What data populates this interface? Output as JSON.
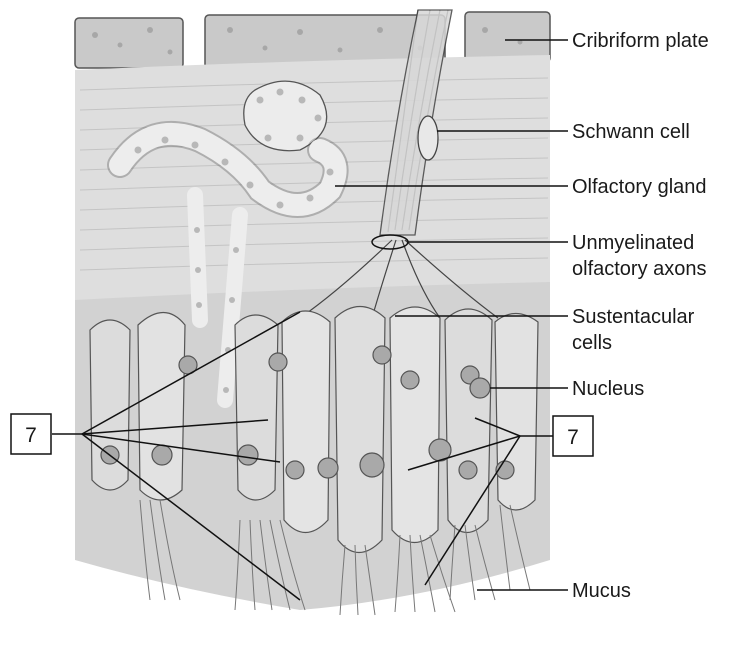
{
  "labels": {
    "cribriform_plate": "Cribriform plate",
    "schwann_cell": "Schwann cell",
    "olfactory_gland": "Olfactory gland",
    "unmyelinated_line1": "Unmyelinated",
    "unmyelinated_line2": "olfactory axons",
    "sustentacular_line1": "Sustentacular",
    "sustentacular_line2": "cells",
    "nucleus": "Nucleus",
    "mucus": "Mucus"
  },
  "boxes": {
    "left": "7",
    "right": "7"
  },
  "colors": {
    "bone": "#c8c8c8",
    "lamina": "#dcdcdc",
    "epithelium": "#cfcfcf",
    "cell_fill": "#e0e0e0",
    "nucleus_fill": "#a8a8a8",
    "line": "#111111"
  }
}
